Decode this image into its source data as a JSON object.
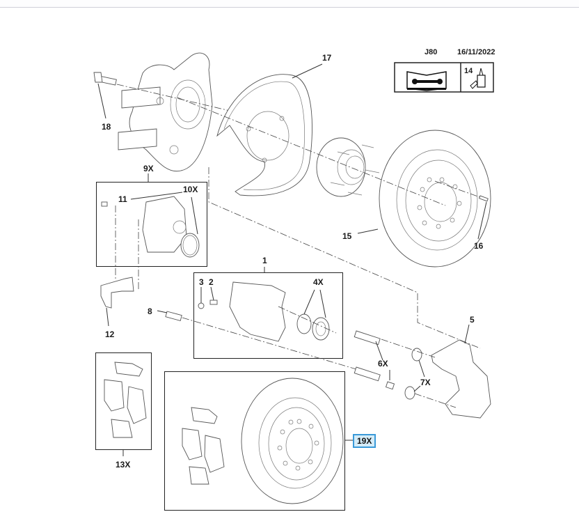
{
  "header": {
    "code": "J80",
    "date": "16/11/2022",
    "info_box": {
      "manual_icon": "repair-manual-icon",
      "lubricant_ref": "14",
      "lubricant_icon": "lubricant-bottle-icon"
    }
  },
  "callouts": {
    "c1": "1",
    "c2": "2",
    "c3": "3",
    "c4x": "4X",
    "c5": "5",
    "c6x": "6X",
    "c7x": "7X",
    "c8": "8",
    "c9x": "9X",
    "c10x": "10X",
    "c11": "11",
    "c12": "12",
    "c13x": "13X",
    "c15": "15",
    "c16": "16",
    "c17": "17",
    "c18": "18",
    "c19x": "19X"
  },
  "highlighted_callout": "19X",
  "colors": {
    "highlight_fill": "#d4ecf8",
    "highlight_border": "#3a9ad9"
  }
}
